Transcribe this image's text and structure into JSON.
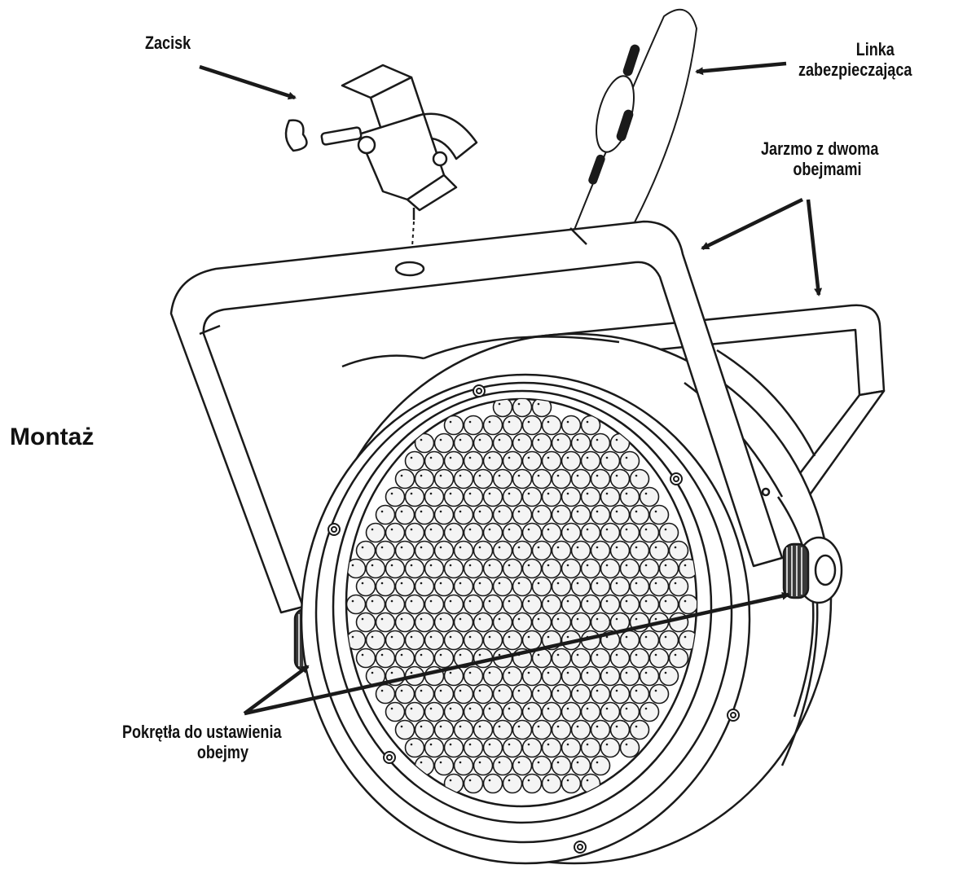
{
  "labels": {
    "clamp": "Zacisk",
    "safety_cable_line1": "Linka",
    "safety_cable_line2": "zabezpieczająca",
    "yoke_line1": "Jarzmo z dwoma",
    "yoke_line2": "obejmami",
    "mounting": "Montaż",
    "knobs_line1": "Pokrętła do ustawienia",
    "knobs_line2": "obejmy"
  },
  "colors": {
    "line": "#1a1a1a",
    "background": "#ffffff",
    "led_fill": "#f4f4f4"
  }
}
